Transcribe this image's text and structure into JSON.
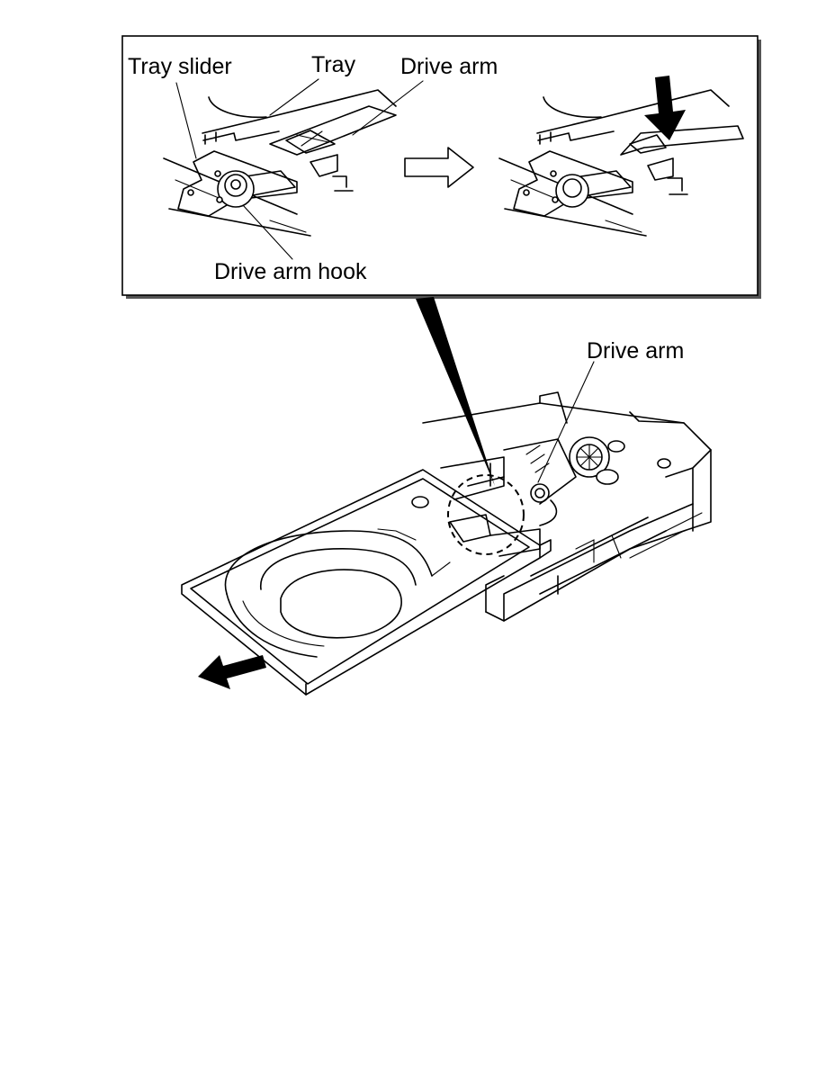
{
  "detail_panel": {
    "labels": {
      "tray_slider": "Tray slider",
      "tray": "Tray",
      "drive_arm": "Drive arm",
      "drive_arm_hook": "Drive arm hook"
    }
  },
  "main_view": {
    "labels": {
      "drive_arm": "Drive arm"
    }
  },
  "icons": {
    "transition": "right-arrow-outline-icon",
    "press": "down-arrow-icon",
    "pull_out": "pull-out-arrow-icon"
  },
  "colors": {
    "line": "#000000",
    "background": "#ffffff",
    "drop_shadow": "#555555"
  }
}
